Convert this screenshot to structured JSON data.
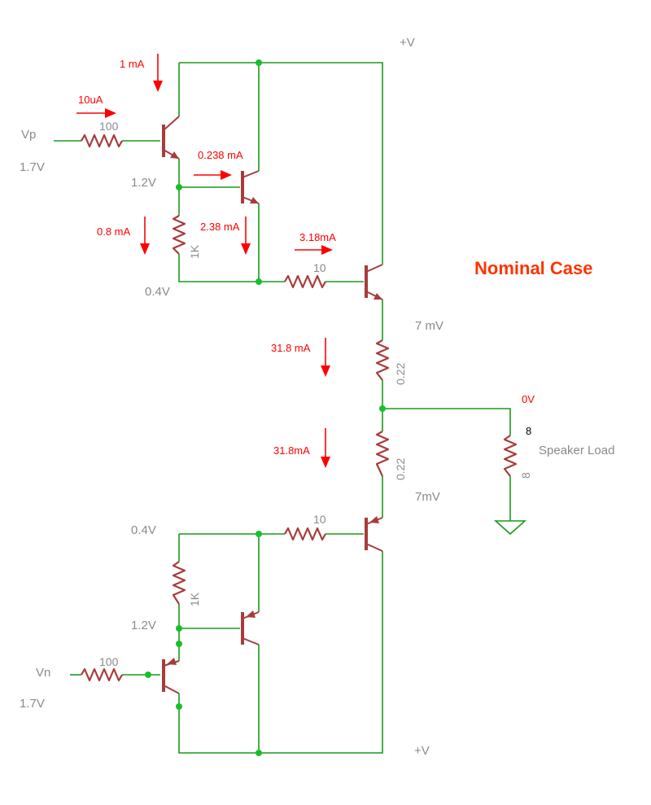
{
  "title": "Nominal Case",
  "supply": {
    "top": "+V",
    "bottom": "+V"
  },
  "inputs": {
    "vp_label": "Vp",
    "vp_voltage": "1.7V",
    "vn_label": "Vn",
    "vn_voltage": "1.7V"
  },
  "nodes": {
    "top_base_driver": "1.2V",
    "top_rail": "0.4V",
    "top_emitter": "7 mV",
    "output": "0V",
    "bottom_emitter": "7mV",
    "bottom_rail": "0.4V",
    "bottom_base_driver": "1.2V"
  },
  "components": {
    "r_in_top": "100",
    "r_in_bottom": "100",
    "r_bias_top": "1K",
    "r_bias_bottom": "1K",
    "r_base_top": "10",
    "r_base_bottom": "10",
    "r_emitter_top": "0.22",
    "r_emitter_bottom": "0.22",
    "speaker_value": "8",
    "speaker_pin": "8",
    "speaker_label": "Speaker Load"
  },
  "currents": {
    "i_collector_q1": "1 mA",
    "i_input": "10uA",
    "i_base_q2": "0.238 mA",
    "i_bias_resistor": "0.8 mA",
    "i_q2_collector": "2.38 mA",
    "i_base_output": "3.18mA",
    "i_emitter_top": "31.8 mA",
    "i_emitter_bottom": "31.8mA"
  },
  "colors": {
    "wire": "#1a9a1a",
    "component": "#a83b3b",
    "junction": "#17c02a",
    "current_annotation": "#ff0000",
    "title": "#ff3300"
  }
}
